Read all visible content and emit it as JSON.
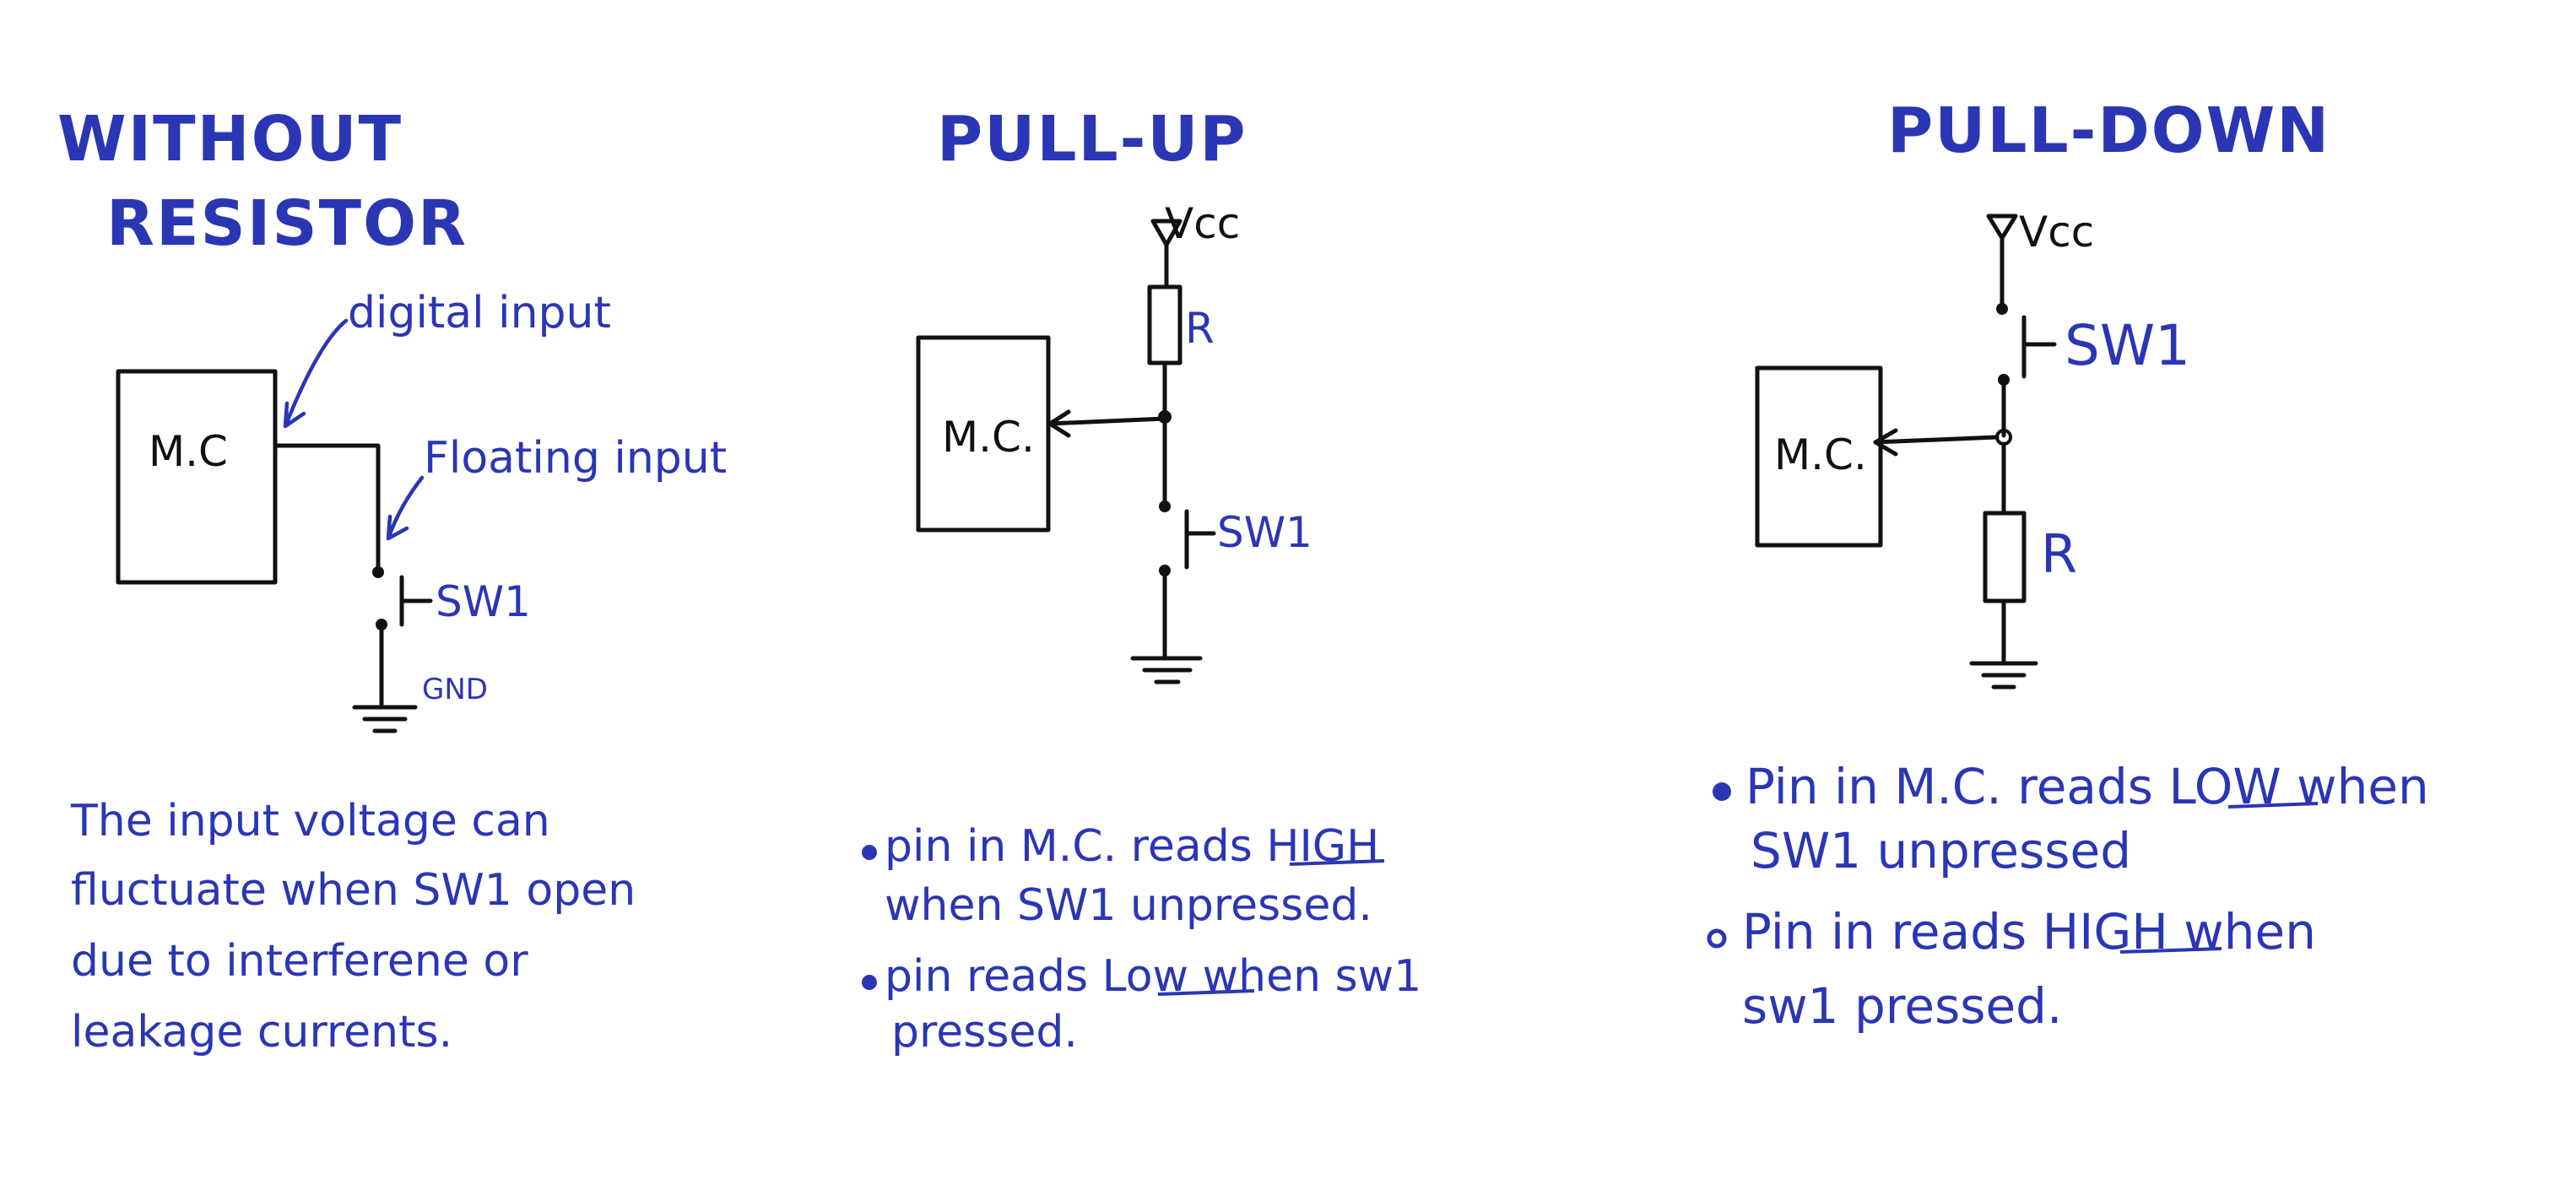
{
  "colors": {
    "ink_blue": "#2a36b4",
    "ink_black": "#111111",
    "background": "#ffffff"
  },
  "panels": {
    "without": {
      "title_line1": "WITHOUT",
      "title_line2": "RESISTOR",
      "mc_label": "M.C",
      "annotation_digital": "digital input",
      "annotation_floating": "Floating input",
      "switch_label": "SW1",
      "gnd_label": "GND",
      "note_lines": [
        "The input voltage can",
        "fluctuate when SW1 open",
        "due to interferene or",
        "leakage currents."
      ]
    },
    "pullup": {
      "title": "PULL-UP",
      "vcc_label": "Vcc",
      "resistor_label": "R",
      "mc_label": "M.C.",
      "switch_label": "SW1",
      "bullets": [
        {
          "before": "pin in M.C. reads ",
          "emph": "HIGH",
          "after": "",
          "line2": "when SW1 unpressed."
        },
        {
          "before": "pin reads ",
          "emph": "Low",
          "after": " when sw1",
          "line2": "pressed."
        }
      ]
    },
    "pulldown": {
      "title": "PULL-DOWN",
      "vcc_label": "Vcc",
      "switch_label": "SW1",
      "mc_label": "M.C.",
      "resistor_label": "R",
      "bullets": [
        {
          "before": "Pin in M.C. reads ",
          "emph": "LOW",
          "after": " when",
          "line2": "SW1 unpressed"
        },
        {
          "before": "Pin in reads ",
          "emph": "HIGH",
          "after": " when",
          "line2": "sw1 pressed."
        }
      ]
    }
  }
}
